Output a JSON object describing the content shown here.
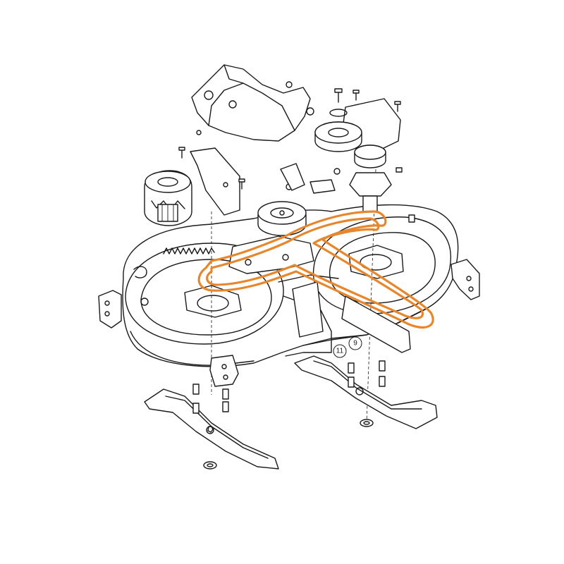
{
  "callouts": [
    {
      "id": "c11",
      "label": "11"
    },
    {
      "id": "c9",
      "label": "9"
    }
  ],
  "colors": {
    "belt": "#e8862c",
    "line": "#1a1a1a",
    "background": "#ffffff"
  }
}
